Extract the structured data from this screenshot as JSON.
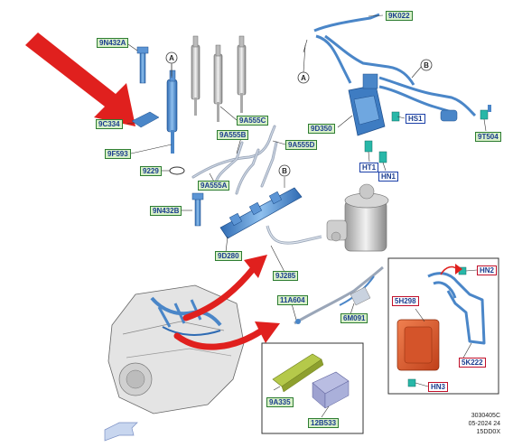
{
  "labels_green": [
    {
      "id": "9N432A",
      "text": "9N432A"
    },
    {
      "id": "9C334",
      "text": "9C334"
    },
    {
      "id": "9F593",
      "text": "9F593"
    },
    {
      "id": "9229",
      "text": "9229"
    },
    {
      "id": "9N432B",
      "text": "9N432B"
    },
    {
      "id": "9A555C",
      "text": "9A555C"
    },
    {
      "id": "9A555B",
      "text": "9A555B"
    },
    {
      "id": "9A555D",
      "text": "9A555D"
    },
    {
      "id": "9A555A",
      "text": "9A555A"
    },
    {
      "id": "9D280",
      "text": "9D280"
    },
    {
      "id": "9J285",
      "text": "9J285"
    },
    {
      "id": "11A604",
      "text": "11A604"
    },
    {
      "id": "6M091",
      "text": "6M091"
    },
    {
      "id": "9A335",
      "text": "9A335"
    },
    {
      "id": "12B533",
      "text": "12B533"
    },
    {
      "id": "9K022",
      "text": "9K022"
    },
    {
      "id": "9D350",
      "text": "9D350"
    },
    {
      "id": "9T504",
      "text": "9T504"
    }
  ],
  "labels_blue": [
    {
      "id": "HS1",
      "text": "HS1"
    },
    {
      "id": "HT1",
      "text": "HT1"
    },
    {
      "id": "HN1",
      "text": "HN1"
    }
  ],
  "labels_red": [
    {
      "id": "HN2",
      "text": "HN2"
    },
    {
      "id": "5H298",
      "text": "5H298"
    },
    {
      "id": "5K222",
      "text": "5K222"
    },
    {
      "id": "HN3",
      "text": "HN3"
    }
  ],
  "callouts": {
    "a": "A",
    "b": "B"
  },
  "footer": {
    "line1": "3030405C",
    "line2": "05-2024 24",
    "line3": "15DD0X"
  },
  "colors": {
    "label_green_bg": "#d8f0c8",
    "label_green_border": "#2e7d32",
    "label_blue_border": "#1a3fa8",
    "label_red_border": "#c0102a",
    "part_blue": "#4a86c8",
    "arrow_red": "#e0201e",
    "part_orange": "#e05a2a",
    "part_green": "#b5c94a"
  }
}
